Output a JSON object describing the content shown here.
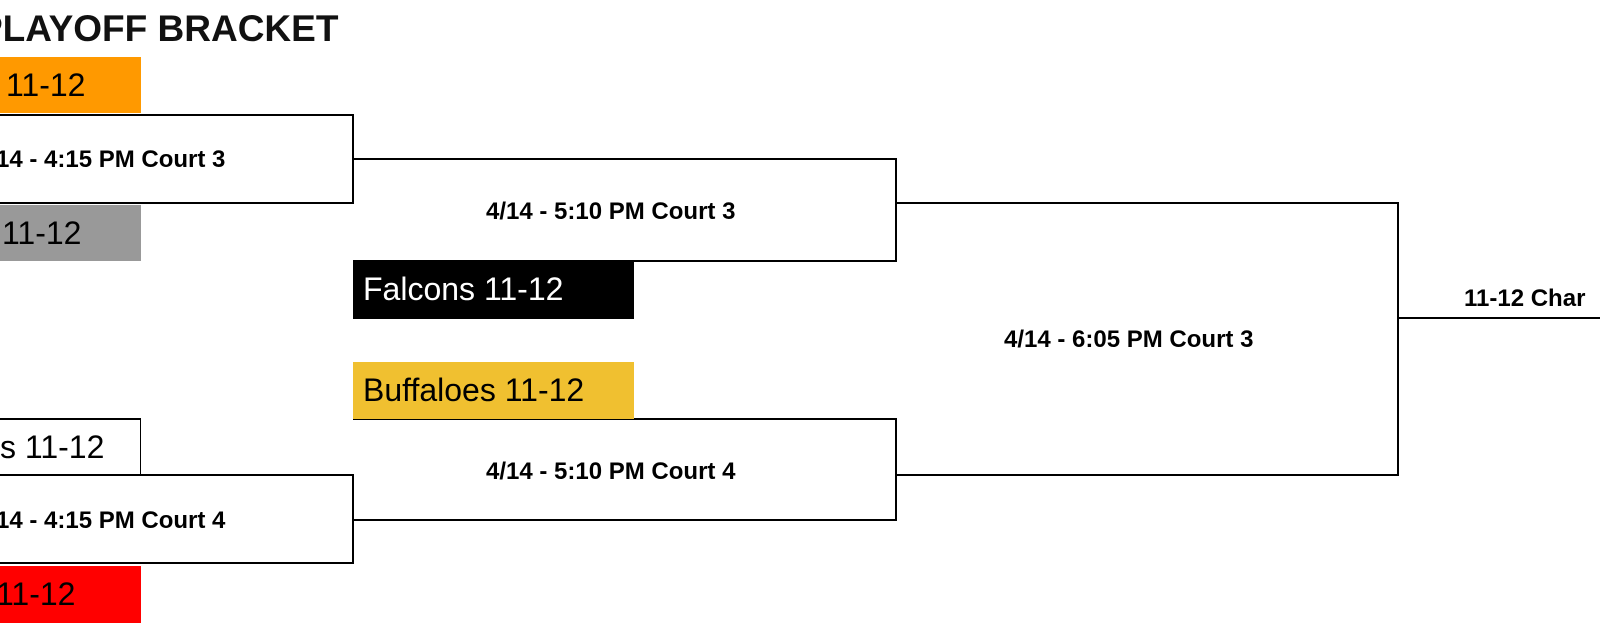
{
  "bracket": {
    "title": "PLAYOFF BRACKET",
    "round1": {
      "top_team_a": {
        "name": "11-12",
        "color": "#ff9900",
        "text_color": "#000000"
      },
      "top_game": "14 - 4:15 PM Court 3",
      "top_team_b": {
        "name": "11-12",
        "color": "#999999",
        "text_color": "#000000"
      },
      "bottom_team_a": {
        "name": "s 11-12",
        "color": "#ffffff",
        "text_color": "#000000"
      },
      "bottom_game": "14 - 4:15 PM Court 4",
      "bottom_team_b": {
        "name": "11-12",
        "color": "#ff0000",
        "text_color": "#000000"
      }
    },
    "round2": {
      "top_game": "4/14 - 5:10 PM Court 3",
      "top_seed": {
        "name": "Falcons 11-12",
        "color": "#000000",
        "text_color": "#ffffff"
      },
      "bottom_seed": {
        "name": "Buffaloes 11-12",
        "color": "#f0c030",
        "text_color": "#000000"
      },
      "bottom_game": "4/14 - 5:10 PM Court 4"
    },
    "semifinal": {
      "game": "4/14 - 6:05 PM Court 3"
    },
    "final": {
      "label": "11-12 Char"
    }
  }
}
